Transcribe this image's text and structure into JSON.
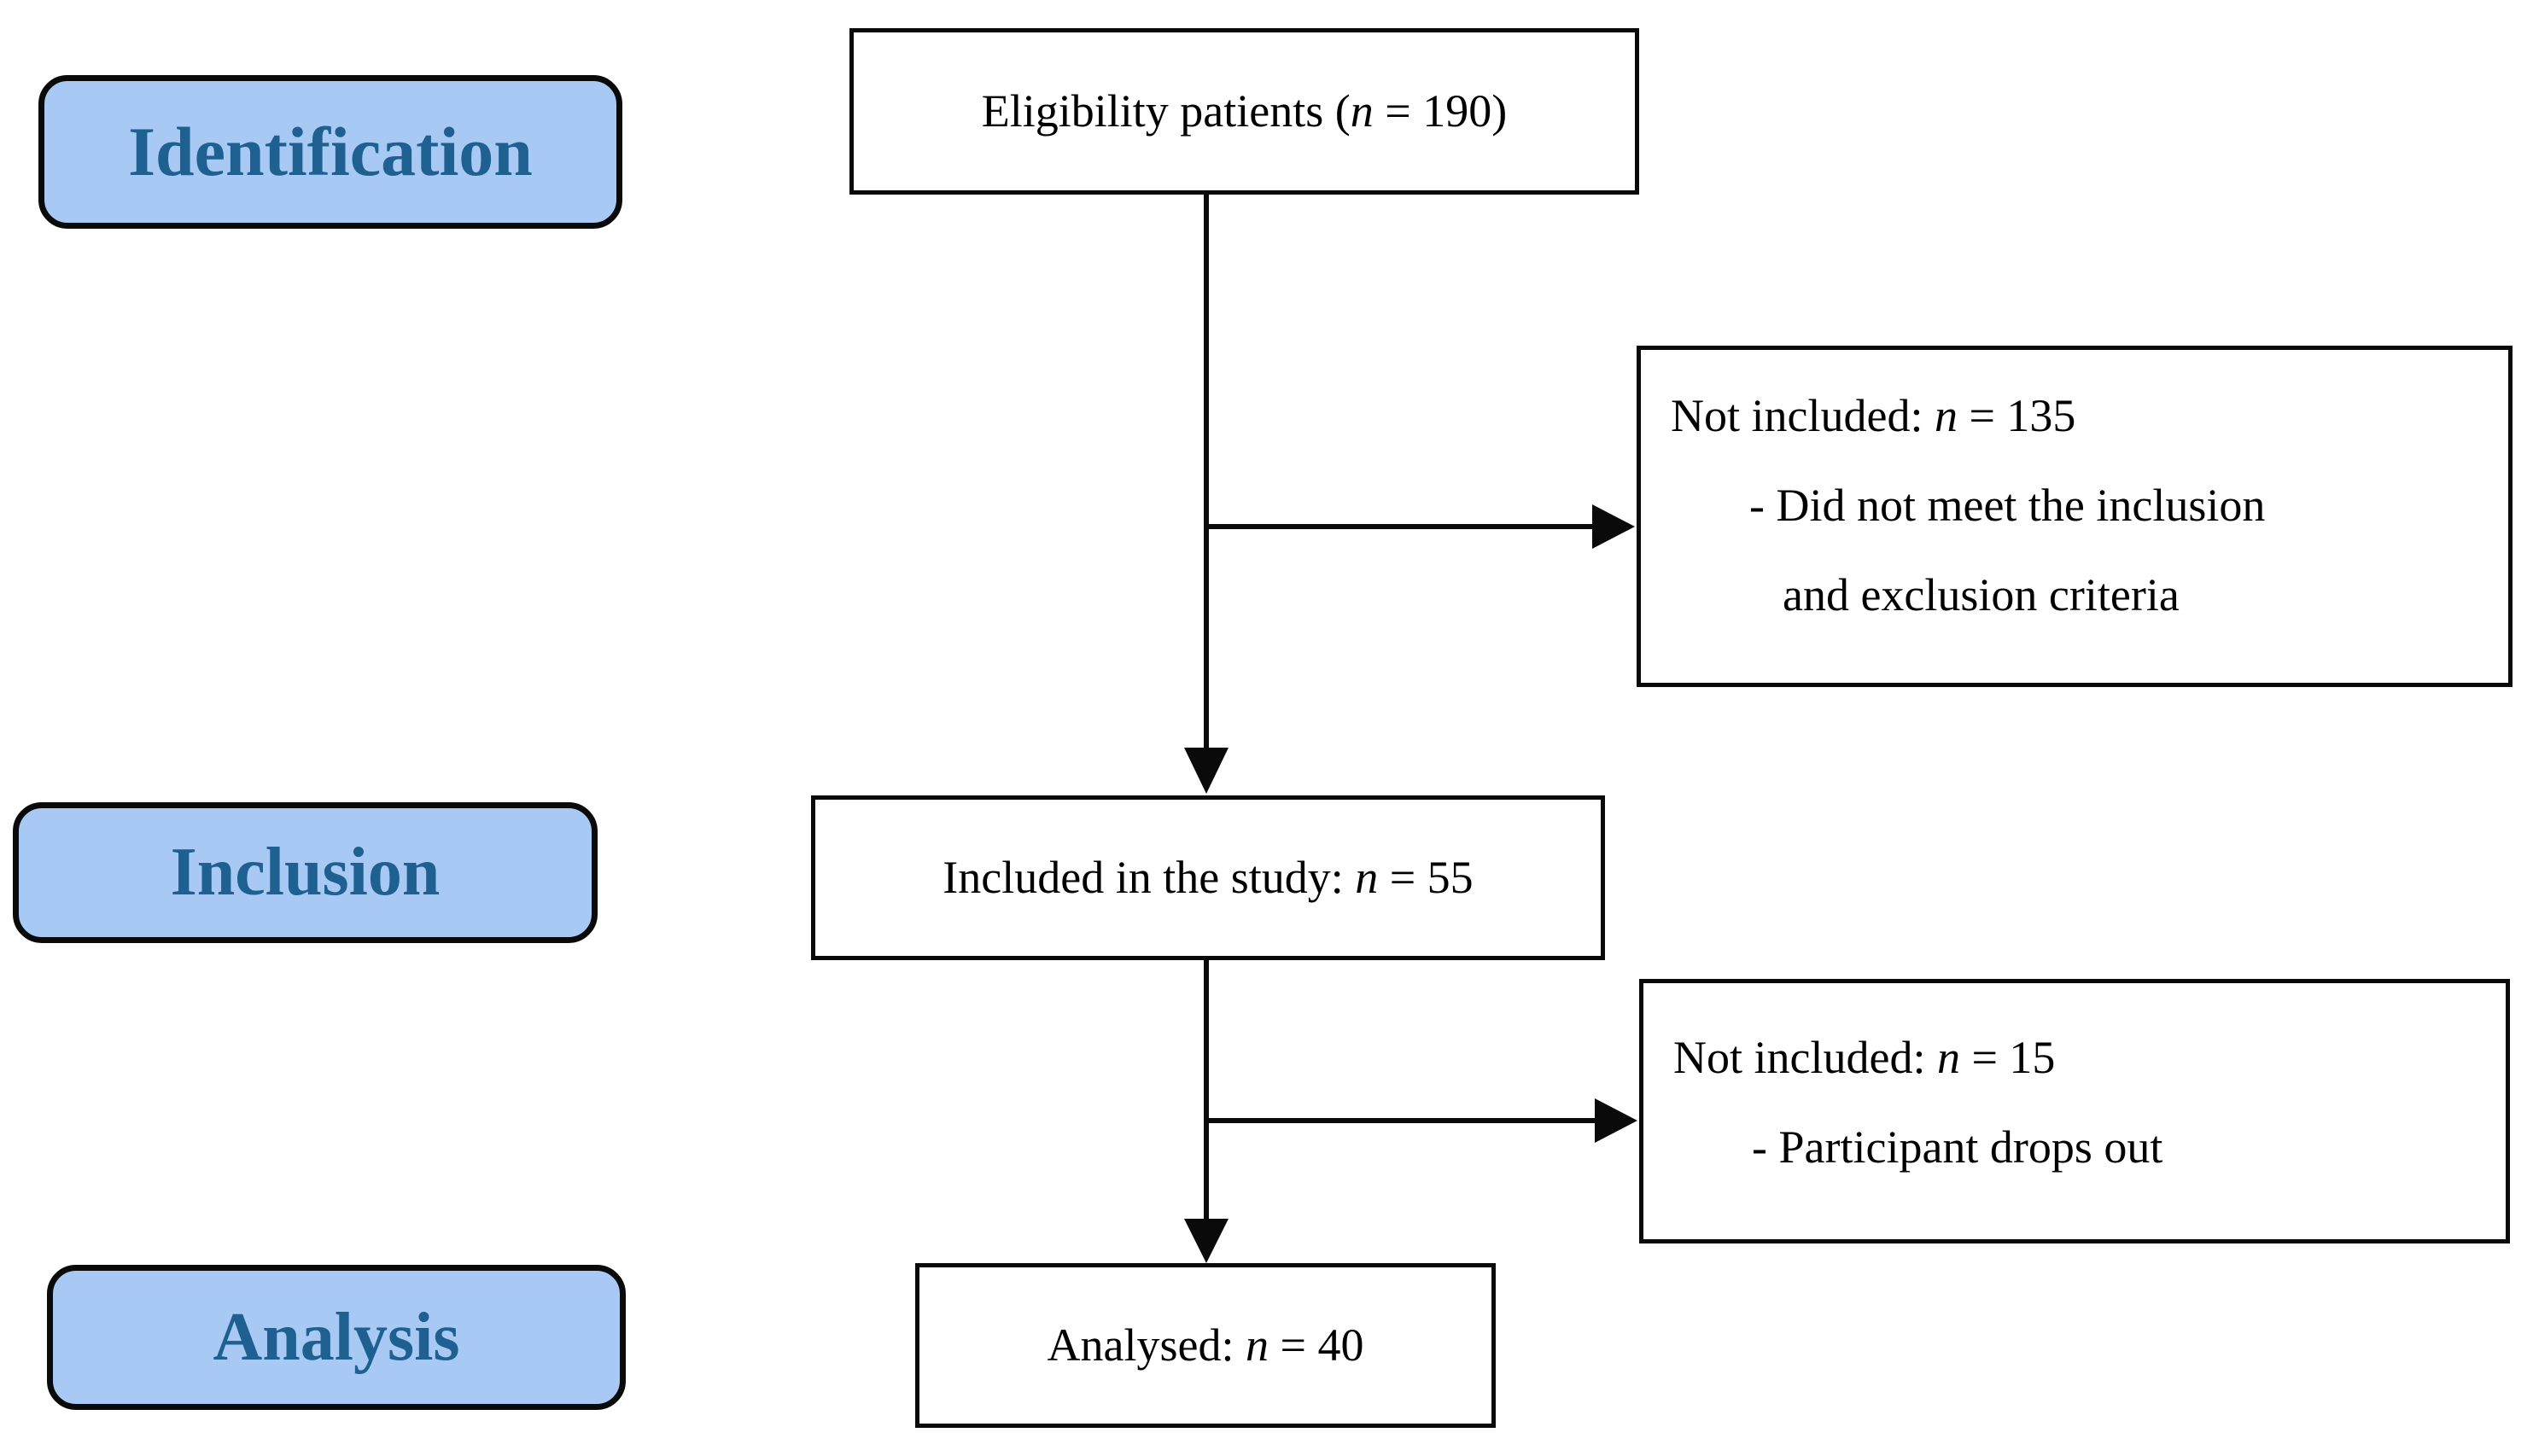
{
  "colors": {
    "stage_fill": "#a7c9f3",
    "stage_text": "#1e6090",
    "node_fill": "#ffffff",
    "border": "#0a0a0a",
    "line": "#0a0a0a"
  },
  "stages": [
    {
      "id": "identification",
      "label": "Identification"
    },
    {
      "id": "inclusion",
      "label": "Inclusion"
    },
    {
      "id": "analysis",
      "label": "Analysis"
    }
  ],
  "nodes": {
    "eligibility": {
      "pre": "Eligibility patients (",
      "var": "n",
      "post": " = 190)",
      "count": 190
    },
    "not_included_1": {
      "pre": "Not included: ",
      "var": "n",
      "post": " = 135",
      "count": 135,
      "reasons": [
        "- Did not meet the inclusion",
        "and exclusion criteria"
      ]
    },
    "included": {
      "pre": "Included in the study: ",
      "var": "n",
      "post": " = 55",
      "count": 55
    },
    "not_included_2": {
      "pre": "Not included: ",
      "var": "n",
      "post": " = 15",
      "count": 15,
      "reasons": [
        "- Participant drops out"
      ]
    },
    "analysed": {
      "pre": "Analysed: ",
      "var": "n",
      "post": " = 40",
      "count": 40
    }
  }
}
